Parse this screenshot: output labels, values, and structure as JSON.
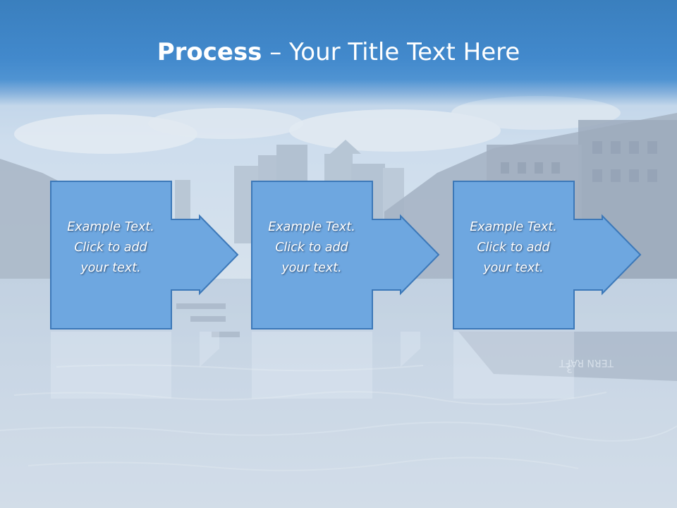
{
  "slide": {
    "title_bold": "Process",
    "title_rest": " – Your Title Text Here"
  },
  "steps": [
    {
      "line1": "Example Text.",
      "line2": "Click  to add",
      "line3": "your text."
    },
    {
      "line1": "Example Text.",
      "line2": "Click  to add",
      "line3": "your text."
    },
    {
      "line1": "Example Text.",
      "line2": "Click  to add",
      "line3": "your text."
    }
  ],
  "background": {
    "boat_text": "TERN RAFT",
    "boat_number": "3"
  },
  "colors": {
    "title_band": "#3a7fbe",
    "shape_fill": "#6ea7e0",
    "shape_border": "#3c78b8",
    "water": "#c7d4e3"
  }
}
